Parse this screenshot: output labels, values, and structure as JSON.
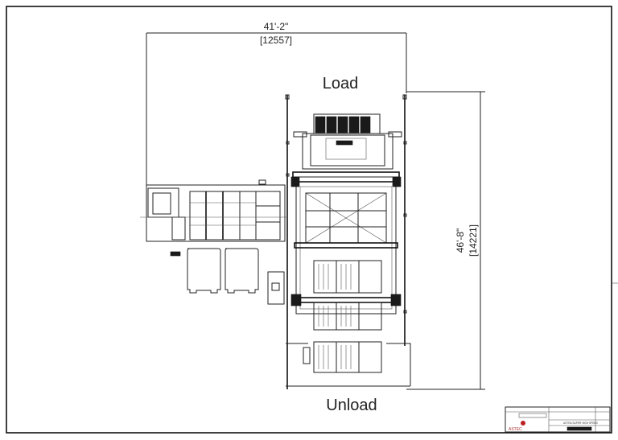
{
  "drawing": {
    "width_dimension": {
      "imperial": "41'-2\"",
      "metric": "[12557]"
    },
    "height_dimension": {
      "imperial": "46'-8\"",
      "metric": "[14221]"
    },
    "labels": {
      "load": "Load",
      "unload": "Unload"
    },
    "title_block": {
      "company_logo": "ASTEC",
      "title": "ASTRA SUPER HIGH SPEED"
    }
  }
}
